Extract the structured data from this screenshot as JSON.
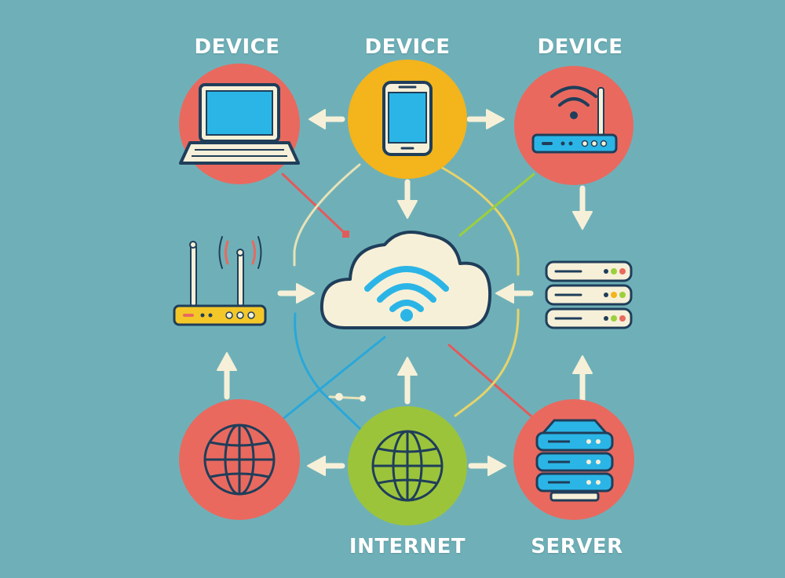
{
  "labels": {
    "device_left": "DEVICE",
    "device_center": "DEVICE",
    "device_right": "DEVICE",
    "internet": "INTERNET",
    "server": "SERVER"
  },
  "icons": {
    "laptop_node": "laptop-icon",
    "phone_node": "smartphone-icon",
    "router_node": "wifi-router-icon",
    "left_router": "wireless-router-icon",
    "cloud": "cloud-wifi-icon",
    "server_stack": "server-rack-icon",
    "globe_left": "globe-icon",
    "globe_center": "globe-icon",
    "server_node": "server-icon"
  },
  "colors": {
    "background": "#6fb0b8",
    "red_node": "#e9695f",
    "yellow_node": "#f3b41c",
    "green_node": "#9cc43a",
    "outline": "#1f3e5a",
    "screen_blue": "#2bb5e6",
    "arrow_cream": "#f7f0d8",
    "line_red": "#e25b5b",
    "line_yellow": "#e6d36a",
    "line_green": "#9ccf3d",
    "line_blue": "#2aa7d9"
  }
}
